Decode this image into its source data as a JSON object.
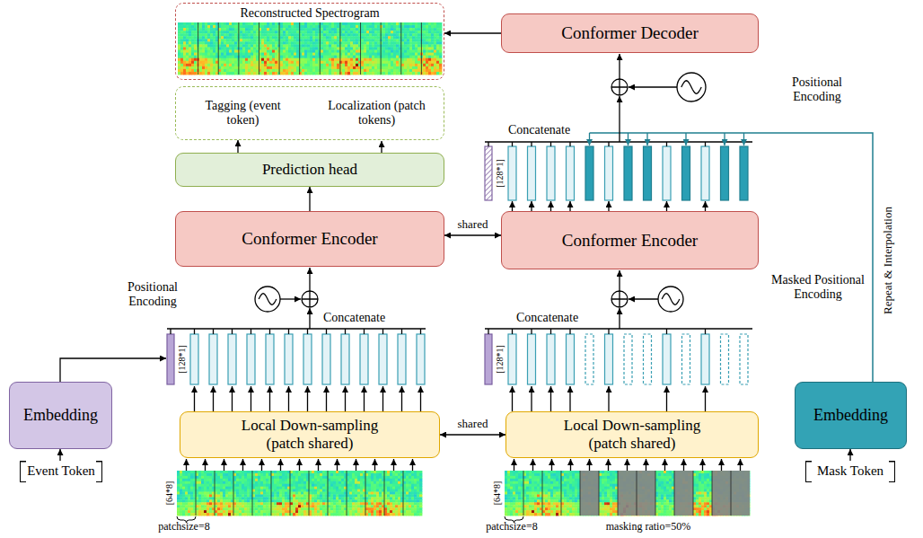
{
  "diagram": {
    "nodes": [
      {
        "text": [
          "Reconstructed Spectrogram"
        ]
      },
      {
        "text": [
          "Tagging (event token)",
          "Localization (patch tokens)"
        ]
      },
      {
        "text": [
          "Prediction head"
        ]
      },
      {
        "text": [
          "Conformer Encoder"
        ]
      },
      {
        "text": [
          "Local Down-sampling (patch shared)"
        ]
      },
      {
        "text": [
          "Embedding"
        ]
      },
      {
        "text": [
          "Event Token"
        ]
      },
      {
        "text": [
          "Conformer Decoder"
        ]
      },
      {
        "text": [
          "Conformer Encoder"
        ]
      },
      {
        "text": [
          "Local Down-sampling (patch shared)"
        ]
      },
      {
        "text": [
          "Embedding"
        ]
      },
      {
        "text": [
          "Mask Token"
        ]
      }
    ],
    "edges": [
      {
        "from": 7,
        "to": 0,
        "arrow": "to"
      },
      {
        "from": 2,
        "to": 1,
        "arrow": "to"
      },
      {
        "from": 3,
        "to": 2,
        "arrow": "to"
      },
      {
        "from": 3,
        "to": 8,
        "label": "shared",
        "arrow": "both"
      },
      {
        "from": 4,
        "to": 9,
        "label": "shared",
        "arrow": "both"
      },
      {
        "from": 6,
        "to": 5,
        "arrow": "to"
      },
      {
        "from": 11,
        "to": 10,
        "arrow": "to"
      }
    ],
    "labels": [
      "Positional Encoding",
      "Concatenate",
      "[128*1]",
      "[64*8]",
      "patchsize=8",
      "Positional Encoding",
      "Concatenate",
      "[128*1]",
      "Masked Positional Encoding",
      "Concatenate",
      "[128*1]",
      "[64*8]",
      "patchsize=8",
      "masking ratio=50%",
      "Repeat & Interpolation"
    ]
  }
}
